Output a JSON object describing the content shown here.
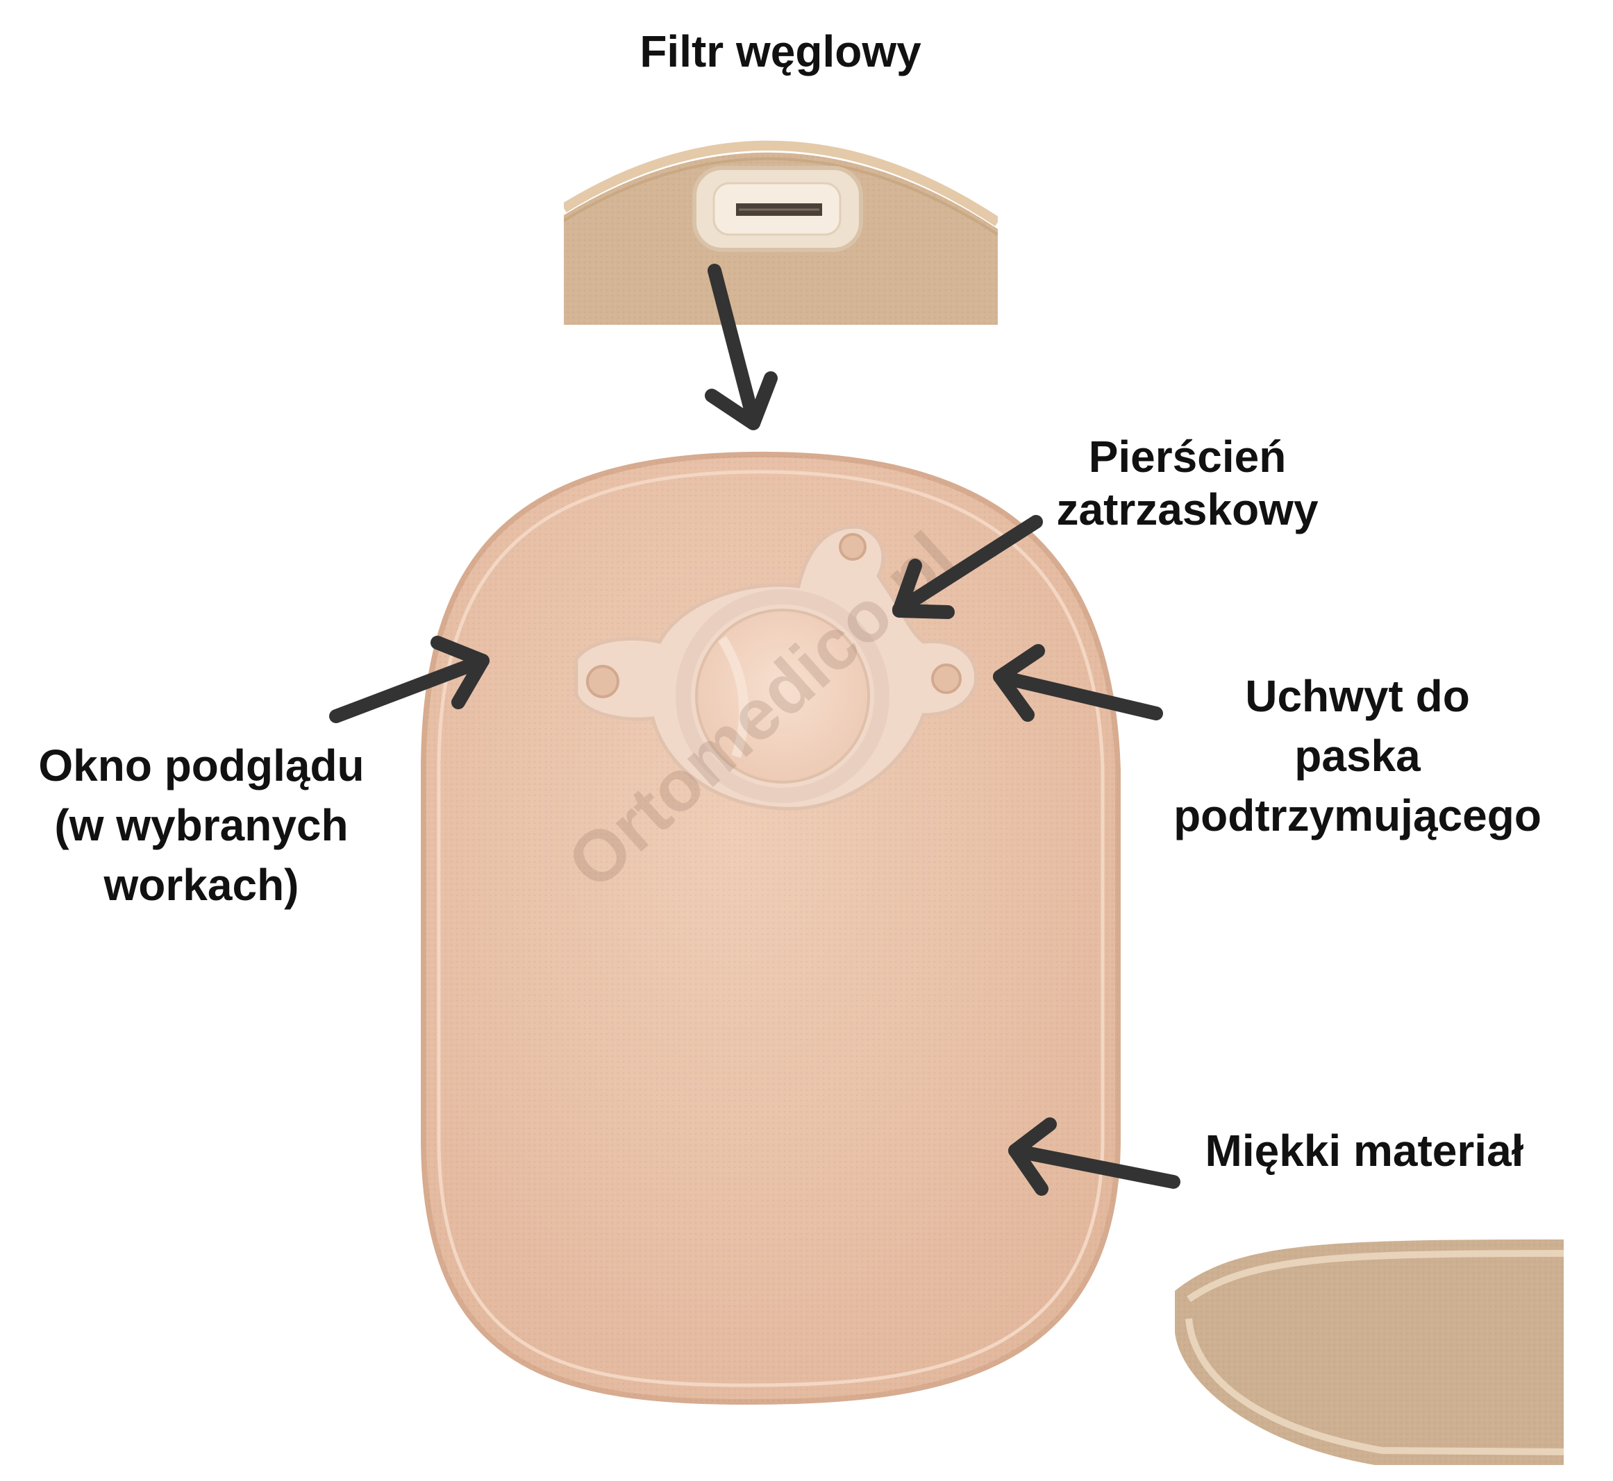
{
  "labels": {
    "filter": [
      "Filtr węglowy"
    ],
    "ring": [
      "Pierścień",
      "zatrzaskowy"
    ],
    "window": [
      "Okno podglądu",
      "(w wybranych",
      "workach)"
    ],
    "belt": [
      "Uchwyt do",
      "paska",
      "podtrzymującego"
    ],
    "material": [
      "Miękki materiał"
    ]
  },
  "watermark": "Ortomedico.pl",
  "colors": {
    "pouch": "#e9c4aa",
    "pouch_edge": "#dab096",
    "flange": "#f0d7c8",
    "arrow": "#333333",
    "text": "#111111",
    "detail_beige": "#cfb294"
  }
}
